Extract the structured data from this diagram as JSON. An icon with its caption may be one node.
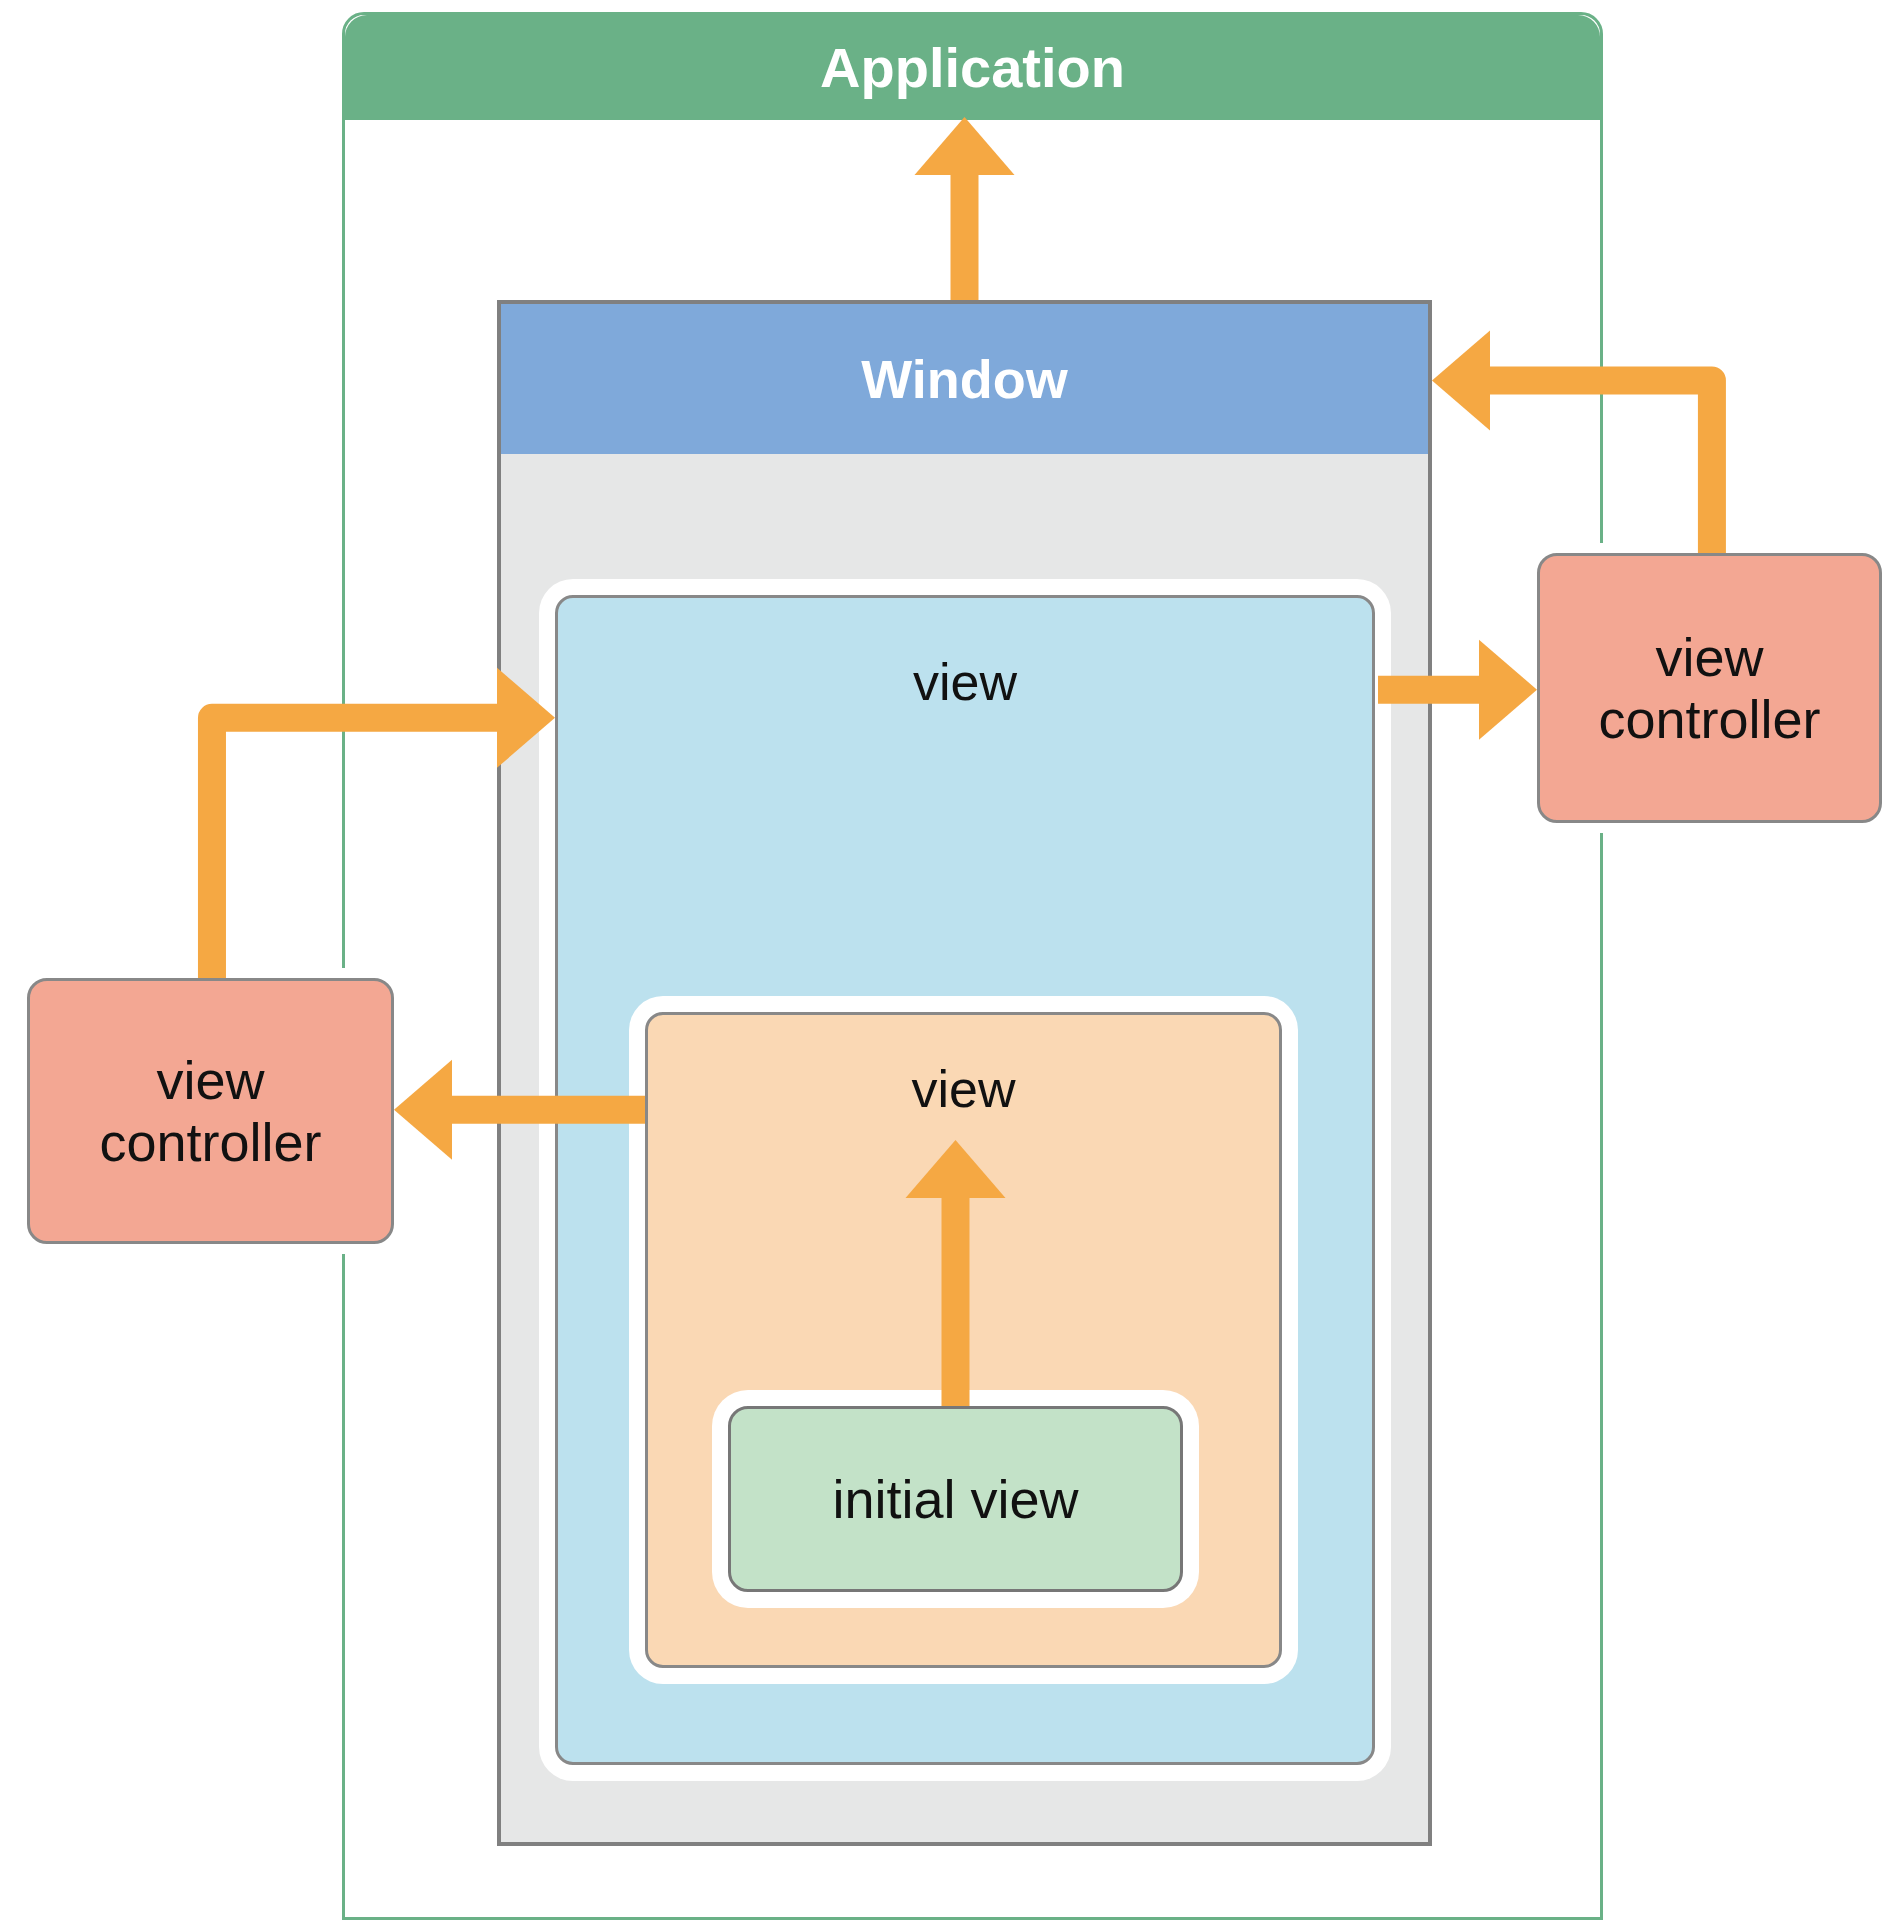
{
  "diagram": {
    "nodes": [
      {
        "text": [
          "Application"
        ]
      },
      {
        "text": [
          "Window"
        ],
        "in": 0
      },
      {
        "text": [
          "view"
        ],
        "in": 1
      },
      {
        "text": [
          "view"
        ],
        "in": 2
      },
      {
        "text": [
          "initial view"
        ],
        "in": 3
      },
      {
        "text": [
          "view controller"
        ]
      },
      {
        "text": [
          "view controller"
        ]
      }
    ],
    "edges": [
      {
        "from": 4,
        "to": 3,
        "arrow": "to"
      },
      {
        "from": 3,
        "to": 6,
        "arrow": "to"
      },
      {
        "from": 6,
        "to": 2,
        "arrow": "to"
      },
      {
        "from": 2,
        "to": 5,
        "arrow": "to"
      },
      {
        "from": 5,
        "to": 1,
        "arrow": "to"
      },
      {
        "from": 1,
        "to": 0,
        "arrow": "to"
      }
    ]
  }
}
